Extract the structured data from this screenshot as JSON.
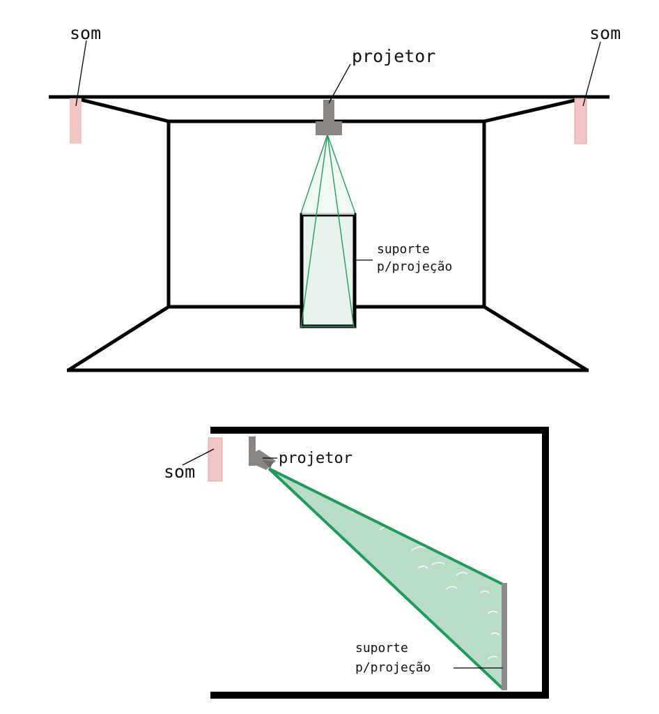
{
  "colors": {
    "speaker": "#f2c4c4",
    "speaker_stroke": "#d9a3a3",
    "projector": "#8a8583",
    "beam_line": "#1f9a5b",
    "beam_fill_light": "#e7f3ec",
    "beam_fill_side": "#b8dcc8",
    "screen_side": "#8c8c8c"
  },
  "perspective_view": {
    "label_sound_left": "som",
    "label_sound_right": "som",
    "label_projector": "projetor",
    "label_support_line1": "suporte",
    "label_support_line2": "p/projeção"
  },
  "side_view": {
    "label_sound": "som",
    "label_projector": "projetor",
    "label_support_line1": "suporte",
    "label_support_line2": "p/projeção"
  }
}
